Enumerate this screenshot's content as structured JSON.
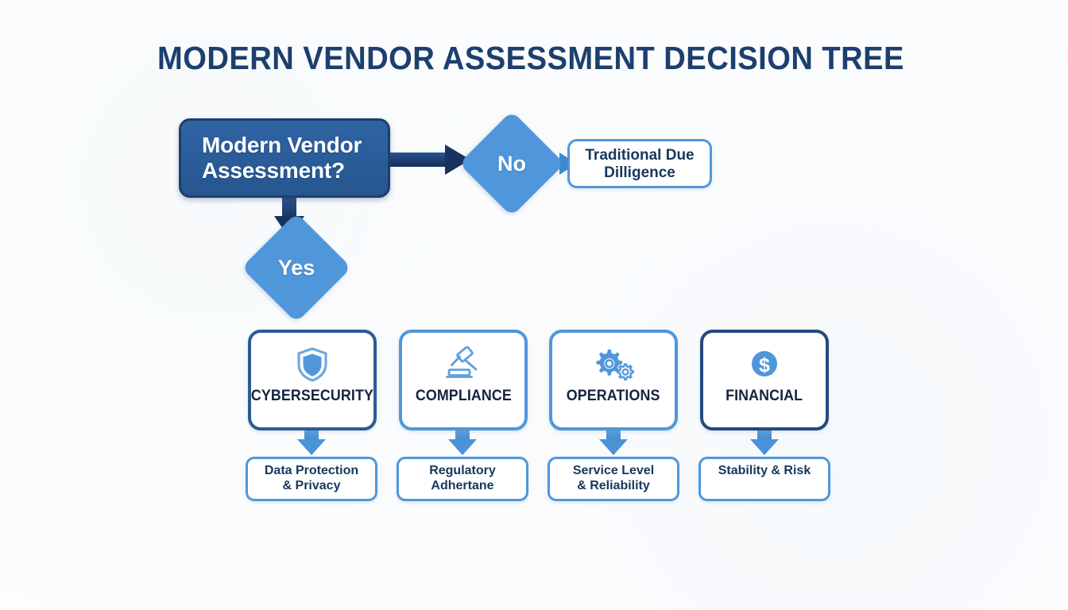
{
  "title": "MODERN VENDOR ASSESSMENT DECISION TREE",
  "colors": {
    "navy": "#1d3f6d",
    "root_fill": "#2a5c99",
    "light_blue": "#4f97da",
    "text_navy": "#17375e",
    "background": "#fcfdfe"
  },
  "root": {
    "line1": "Modern Vendor",
    "line2": "Assessment?"
  },
  "branches": {
    "no": {
      "label": "No",
      "outcome_line1": "Traditional Due",
      "outcome_line2": "Dilligence"
    },
    "yes": {
      "label": "Yes"
    }
  },
  "categories": [
    {
      "label": "CYBERSECURITY",
      "icon": "shield-icon",
      "border_color": "#2d5b93",
      "outcome_line1": "Data Protection",
      "outcome_line2": "& Privacy"
    },
    {
      "label": "COMPLIANCE",
      "icon": "gavel-icon",
      "border_color": "#4f97da",
      "outcome_line1": "Regulatory",
      "outcome_line2": "Adhertane"
    },
    {
      "label": "OPERATIONS",
      "icon": "gears-icon",
      "border_color": "#4f97da",
      "outcome_line1": "Service Level",
      "outcome_line2": "& Reliability"
    },
    {
      "label": "FINANCIAL",
      "icon": "dollar-circle-icon",
      "border_color": "#24497c",
      "outcome_line1": "Stability & Risk",
      "outcome_line2": ""
    }
  ]
}
